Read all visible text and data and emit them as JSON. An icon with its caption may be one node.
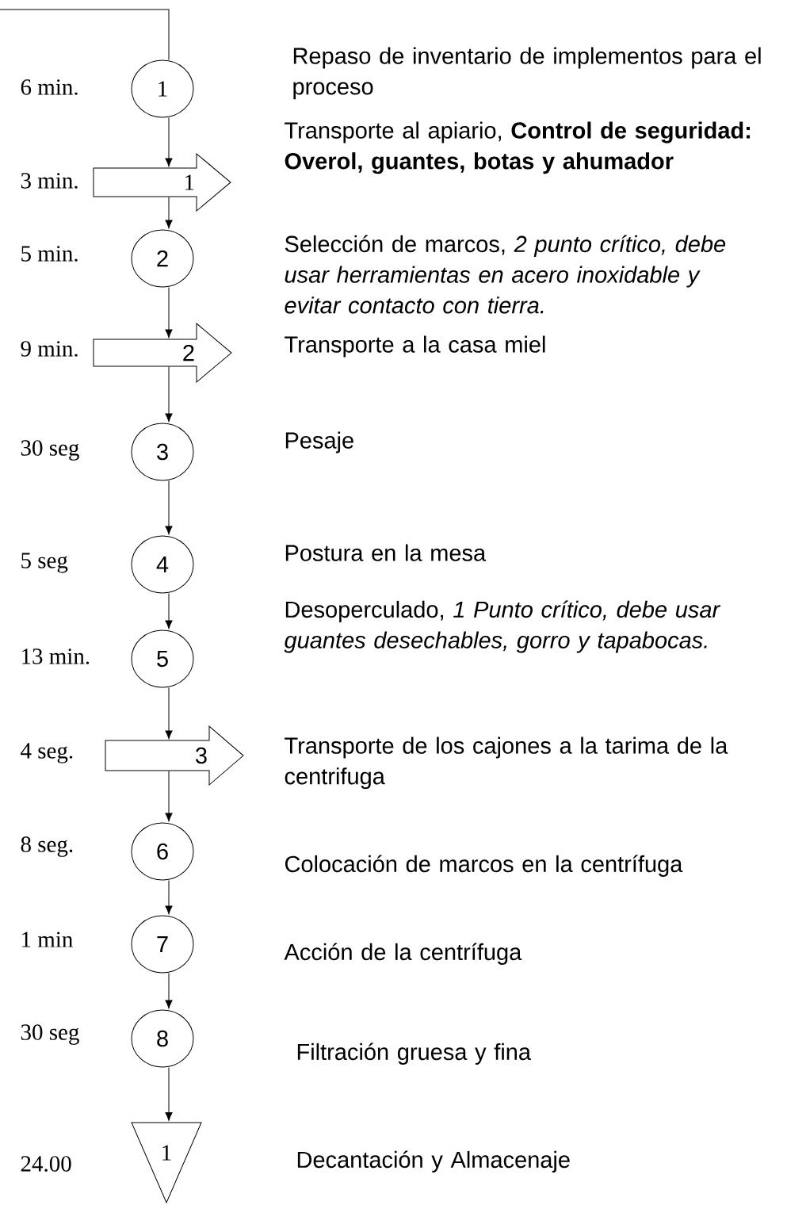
{
  "diagram": {
    "nodes": [
      {
        "text": [
          "1"
        ],
        "beside": [
          "6 min."
        ]
      },
      {
        "text": [
          "1"
        ],
        "beside": [
          "3 min."
        ]
      },
      {
        "text": [
          "2"
        ],
        "beside": [
          "5 min."
        ]
      },
      {
        "text": [
          "2"
        ],
        "beside": [
          "9 min."
        ]
      },
      {
        "text": [
          "3"
        ],
        "beside": [
          "30 seg"
        ]
      },
      {
        "text": [
          "4"
        ],
        "beside": [
          "5 seg"
        ]
      },
      {
        "text": [
          "5"
        ],
        "beside": [
          "13 min."
        ]
      },
      {
        "text": [
          "3"
        ],
        "beside": [
          "4 seg."
        ]
      },
      {
        "text": [
          "6"
        ],
        "beside": [
          "8 seg."
        ]
      },
      {
        "text": [
          "7"
        ],
        "beside": [
          "1 min"
        ]
      },
      {
        "text": [
          "8"
        ],
        "beside": [
          "30 seg"
        ]
      },
      {
        "text": [
          "1"
        ],
        "beside": [
          "24.00"
        ]
      }
    ],
    "labels": [
      "Repaso de inventario de implementos para el proceso",
      "Transporte al apiario, **Control de seguridad: Overol, guantes, botas y ahumador**",
      "Selección de marcos, *2 punto crítico, debe usar herramientas en acero inoxidable y evitar contacto con tierra.*",
      "Transporte a la casa miel",
      "Pesaje",
      "Postura en la mesa",
      "Desoperculado, *1 Punto crítico, debe usar guantes desechables, gorro y tapabocas.*",
      "Transporte de los cajones a la tarima de la centrifuga",
      "Colocación de marcos en la centrífuga",
      "Acción de la centrífuga",
      "Filtración gruesa y fina",
      "Decantación y Almacenaje"
    ],
    "edges": [
      {
        "from": null,
        "to": 0,
        "arrow": "none"
      },
      {
        "from": 0,
        "to": 1,
        "arrow": "to"
      },
      {
        "from": 1,
        "to": 2,
        "arrow": "to"
      },
      {
        "from": 2,
        "to": 3,
        "arrow": "to"
      },
      {
        "from": 3,
        "to": 4,
        "arrow": "to"
      },
      {
        "from": 4,
        "to": 5,
        "arrow": "to"
      },
      {
        "from": 5,
        "to": 6,
        "arrow": "to"
      },
      {
        "from": 6,
        "to": 7,
        "arrow": "to"
      },
      {
        "from": 7,
        "to": 8,
        "arrow": "to"
      },
      {
        "from": 8,
        "to": 9,
        "arrow": "to"
      },
      {
        "from": 9,
        "to": 10,
        "arrow": "to"
      },
      {
        "from": 10,
        "to": 11,
        "arrow": "to"
      }
    ]
  }
}
